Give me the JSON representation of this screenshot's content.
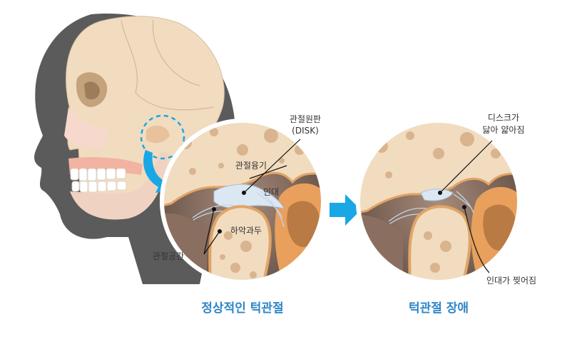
{
  "labels": {
    "disk_line1": "관절원판",
    "disk_line2": "(DISK)",
    "condyle_bulge": "관절융기",
    "ligament": "인대",
    "mandibular_condyle": "하악과두",
    "joint_space": "관절공간",
    "disc_thin_line1": "디스크가",
    "disc_thin_line2": "닳아 얇아짐",
    "ligament_torn": "인대가 찢어짐"
  },
  "captions": {
    "normal": "정상적인 턱관절",
    "disorder": "턱관절 장애"
  },
  "colors": {
    "caption_blue": "#2e86c8",
    "arrow_blue": "#1aa7e6",
    "head_silhouette": "#5b5b5b",
    "bone": "#f1dcc0",
    "bone_spot": "#d9b48e",
    "skin_pink": "#f2c2b4",
    "cartilage_orange": "#e8a05c",
    "disc_blue": "#dbe7f3"
  },
  "icons": {
    "transition_arrow": "right-arrow-icon",
    "zoom_arrow": "curved-arrow-icon",
    "focus_circle": "dashed-circle-icon"
  }
}
